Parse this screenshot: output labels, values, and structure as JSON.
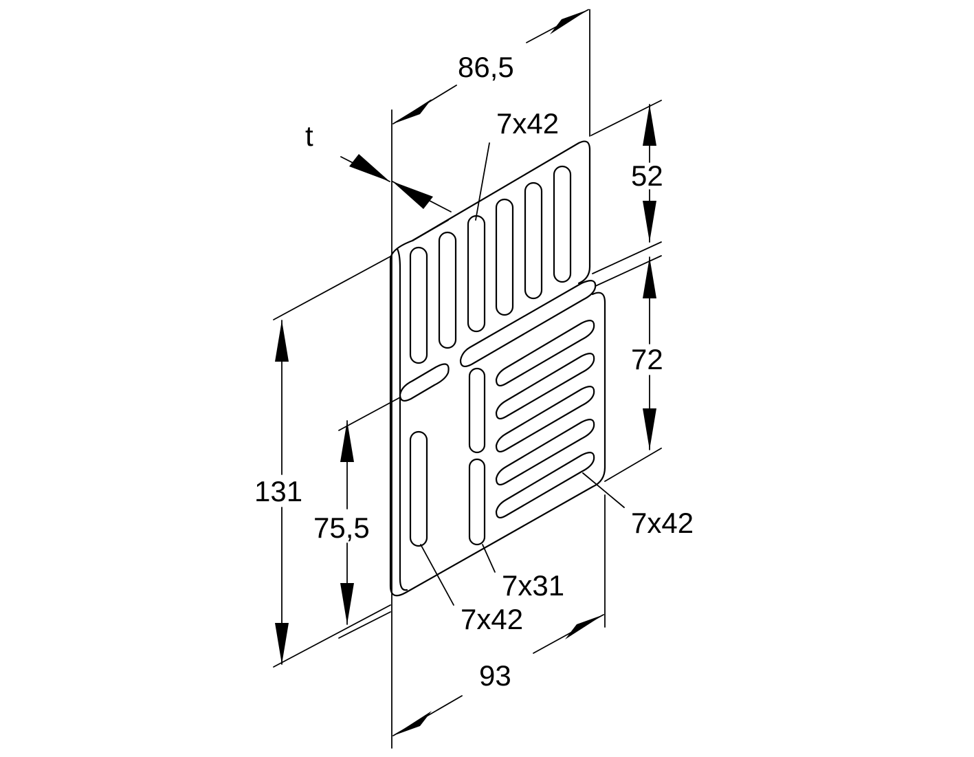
{
  "dimensions": {
    "top_width": "86,5",
    "thickness": "t",
    "upper_height": "52",
    "lower_height": "72",
    "total_height": "131",
    "lower_left_height": "75,5",
    "bottom_width": "93"
  },
  "slot_labels": {
    "upper_slot": "7x42",
    "right_slot": "7x42",
    "middle_slot": "7x31",
    "left_slot": "7x42"
  },
  "colors": {
    "line": "#000000",
    "background": "#ffffff"
  }
}
